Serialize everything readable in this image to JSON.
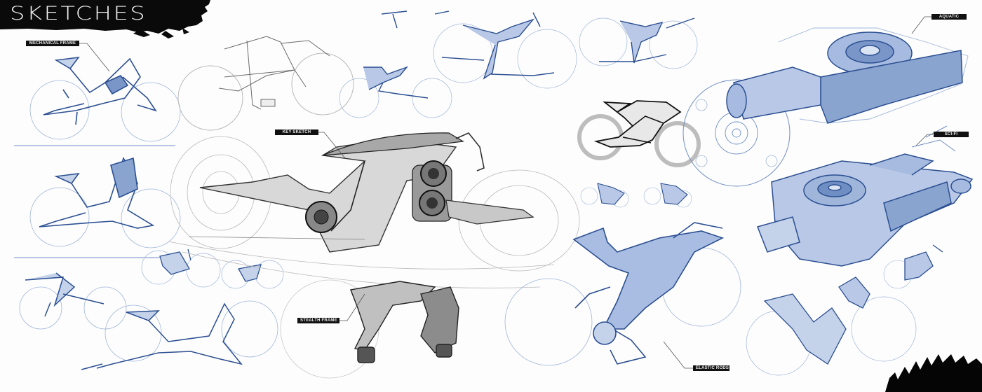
{
  "sheet": {
    "title": "SKETCHES",
    "colors": {
      "background": "#fdfdfd",
      "ink_black": "#111111",
      "pencil_gray": "#6a6a6a",
      "pencil_light": "#b9b9b9",
      "ballpoint_blue": "#2b4f92",
      "blue_light": "#9fb6da",
      "label_bg": "#111111",
      "label_text": "#e8e8e8"
    }
  },
  "callouts": [
    {
      "id": "mechanical-frame",
      "label": "MECHANICAL FRAME"
    },
    {
      "id": "key-sketch",
      "label": "KEY SKETCH"
    },
    {
      "id": "stealth-frame",
      "label": "STEALTH FRAME"
    },
    {
      "id": "aquatic",
      "label": "AQUATIC"
    },
    {
      "id": "sci-fi",
      "label": "SCI-FI"
    },
    {
      "id": "elastic-rods",
      "label": "ELASTIC RODS"
    }
  ],
  "sketches": [
    {
      "name": "mechanical-frame-bike",
      "medium": "blue ballpoint"
    },
    {
      "name": "angular-frame-bike",
      "medium": "blue ballpoint"
    },
    {
      "name": "outline-bike-top",
      "medium": "gray pencil"
    },
    {
      "name": "key-sketch-bike",
      "medium": "graphite"
    },
    {
      "name": "stealth-frame-bike",
      "medium": "graphite"
    },
    {
      "name": "elastic-rods-bike",
      "medium": "blue ballpoint"
    },
    {
      "name": "aquatic-vehicle",
      "medium": "blue ballpoint"
    },
    {
      "name": "sci-fi-vehicle",
      "medium": "blue ballpoint"
    },
    {
      "name": "black-faceted-bike",
      "medium": "black marker"
    }
  ]
}
